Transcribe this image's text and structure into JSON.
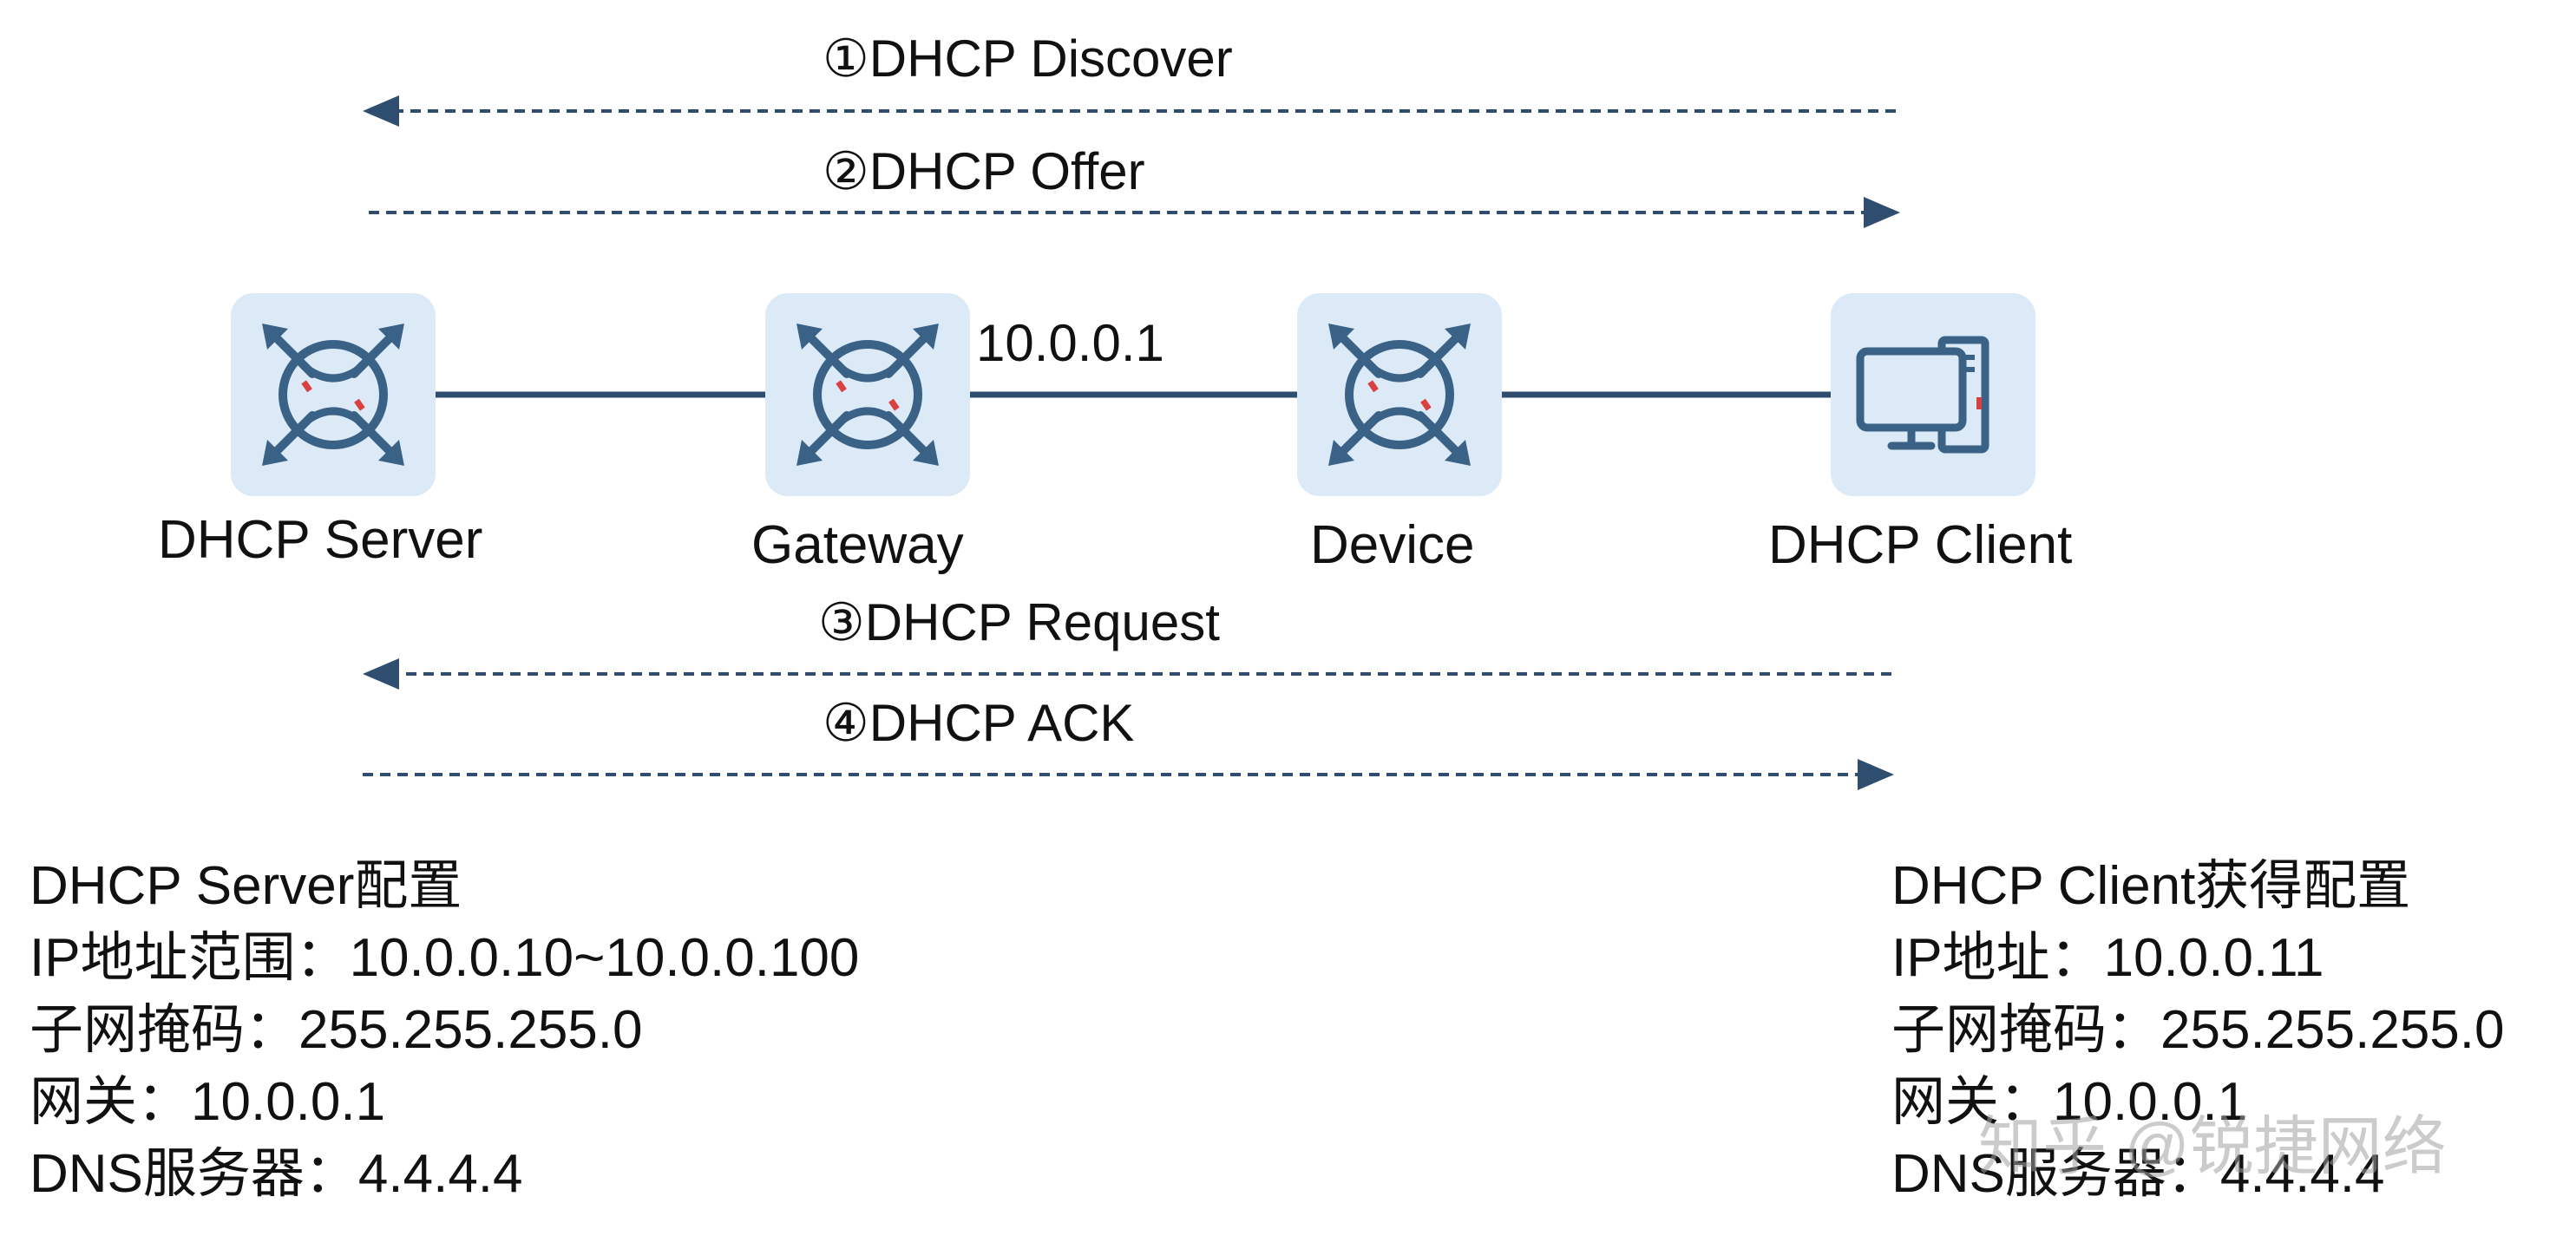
{
  "colors": {
    "line": "#2f4d6f",
    "node_bg": "#dbeaf6",
    "icon": "#3a6186",
    "accent": "#d94040"
  },
  "messages": {
    "discover": "①DHCP Discover",
    "offer": "②DHCP Offer",
    "request": "③DHCP Request",
    "ack": "④DHCP ACK"
  },
  "nodes": {
    "server": {
      "label": "DHCP Server",
      "icon": "switch-icon"
    },
    "gateway": {
      "label": "Gateway",
      "icon": "switch-icon"
    },
    "device": {
      "label": "Device",
      "icon": "switch-icon"
    },
    "client": {
      "label": "DHCP Client",
      "icon": "computer-icon"
    }
  },
  "gateway_ip": "10.0.0.1",
  "server_config": {
    "title": "DHCP Server配置",
    "ip_range": "IP地址范围：10.0.0.10~10.0.0.100",
    "subnet_mask": "子网掩码：255.255.255.0",
    "gateway": "网关：10.0.0.1",
    "dns": "DNS服务器：4.4.4.4"
  },
  "client_config": {
    "title": "DHCP Client获得配置",
    "ip": "IP地址：10.0.0.11",
    "subnet_mask": "子网掩码：255.255.255.0",
    "gateway": "网关：10.0.0.1",
    "dns": "DNS服务器：4.4.4.4"
  },
  "watermark": "知乎 @锐捷网络"
}
